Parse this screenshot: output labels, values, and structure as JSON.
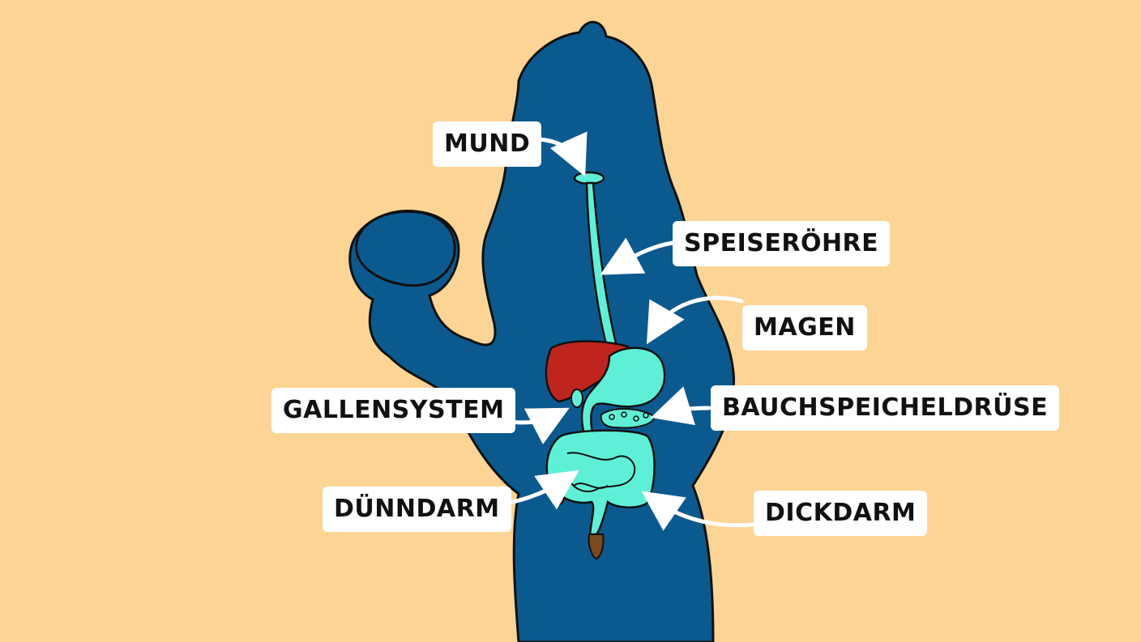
{
  "labels": {
    "mund": "MUND",
    "speiseroehre": "SPEISERÖHRE",
    "magen": "MAGEN",
    "gallensystem": "GALLENSYSTEM",
    "bauchspeicheldruese": "BAUCHSPEICHELDRÜSE",
    "duenndarm": "DÜNNDARM",
    "dickdarm": "DICKDARM"
  },
  "colors": {
    "background": "#fcd594",
    "silhouette": "#0b5a8f",
    "organ_turquoise": "#5ef0d6",
    "liver_red": "#c0241f",
    "rectum_brown": "#7a4a1c",
    "label_bg": "#ffffff",
    "arrow": "#ffffff",
    "outline": "#111111"
  },
  "icons": {
    "silhouette": "person-silhouette-icon",
    "apple": "apple-icon"
  }
}
